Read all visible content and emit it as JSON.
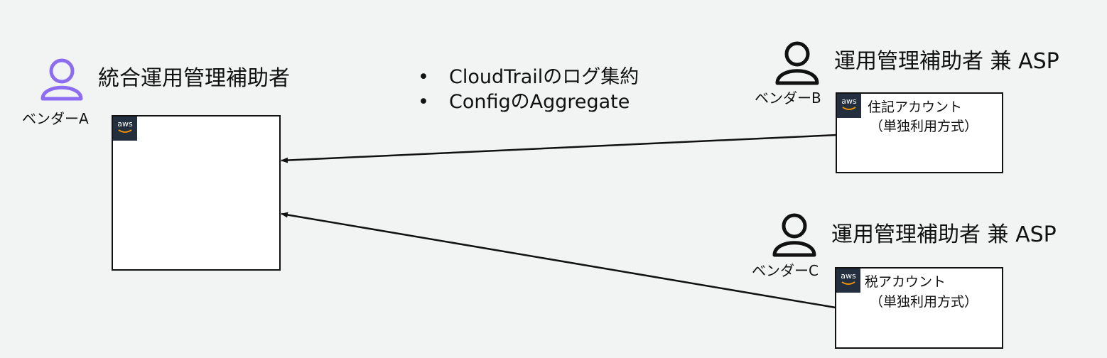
{
  "central": {
    "role_title": "統合運用管理補助者",
    "vendor_label": "ベンダーA",
    "badge": "aws",
    "icon_color": "#8c6cf0"
  },
  "bullets": [
    {
      "marker": "•",
      "text": "CloudTrailのログ集約"
    },
    {
      "marker": "•",
      "text": "ConfigのAggregate"
    }
  ],
  "account_b": {
    "role_title": "運用管理補助者 兼 ASP",
    "vendor_label": "ベンダーB",
    "badge": "aws",
    "account_name": "住記アカウント",
    "method": "（単独利用方式）"
  },
  "account_c": {
    "role_title": "運用管理補助者 兼 ASP",
    "vendor_label": "ベンダーC",
    "badge": "aws",
    "account_name": "税アカウント",
    "method": "（単独利用方式）"
  }
}
